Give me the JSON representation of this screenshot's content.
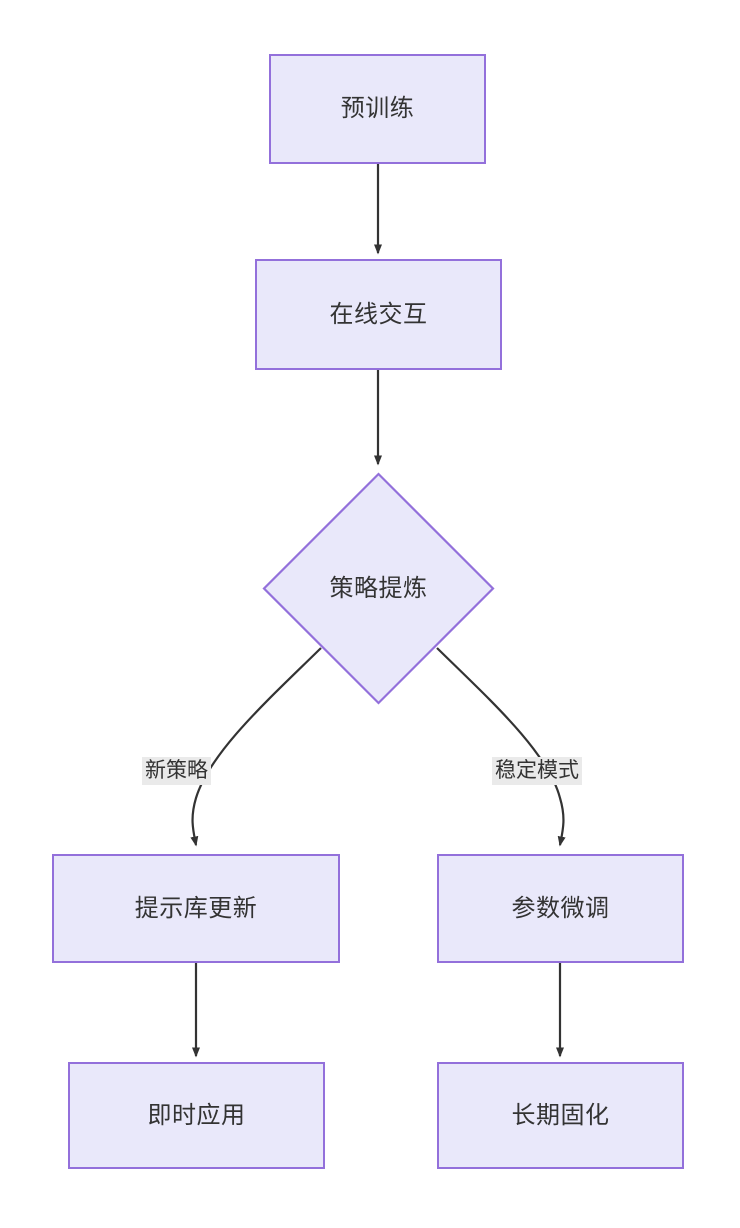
{
  "diagram": {
    "type": "flowchart",
    "direction": "top-down",
    "title": "",
    "colors": {
      "node_fill": "#E9E8FA",
      "node_border": "#9370DB",
      "node_text": "#333333",
      "edge_stroke": "#333333",
      "edge_label_background": "#EAEAEA",
      "canvas_background": "#FFFFFF"
    },
    "nodes": [
      {
        "id": "n1",
        "label": "预训练",
        "shape": "rectangle"
      },
      {
        "id": "n2",
        "label": "在线交互",
        "shape": "rectangle"
      },
      {
        "id": "n3",
        "label": "策略提炼",
        "shape": "diamond"
      },
      {
        "id": "n4",
        "label": "提示库更新",
        "shape": "rectangle"
      },
      {
        "id": "n5",
        "label": "参数微调",
        "shape": "rectangle"
      },
      {
        "id": "n6",
        "label": "即时应用",
        "shape": "rectangle"
      },
      {
        "id": "n7",
        "label": "长期固化",
        "shape": "rectangle"
      }
    ],
    "edges": [
      {
        "from": "n1",
        "to": "n2",
        "label": ""
      },
      {
        "from": "n2",
        "to": "n3",
        "label": ""
      },
      {
        "from": "n3",
        "to": "n4",
        "label": "新策略"
      },
      {
        "from": "n3",
        "to": "n5",
        "label": "稳定模式"
      },
      {
        "from": "n4",
        "to": "n6",
        "label": ""
      },
      {
        "from": "n5",
        "to": "n7",
        "label": ""
      }
    ],
    "edge_labels": {
      "left_branch": "新策略",
      "right_branch": "稳定模式"
    }
  }
}
